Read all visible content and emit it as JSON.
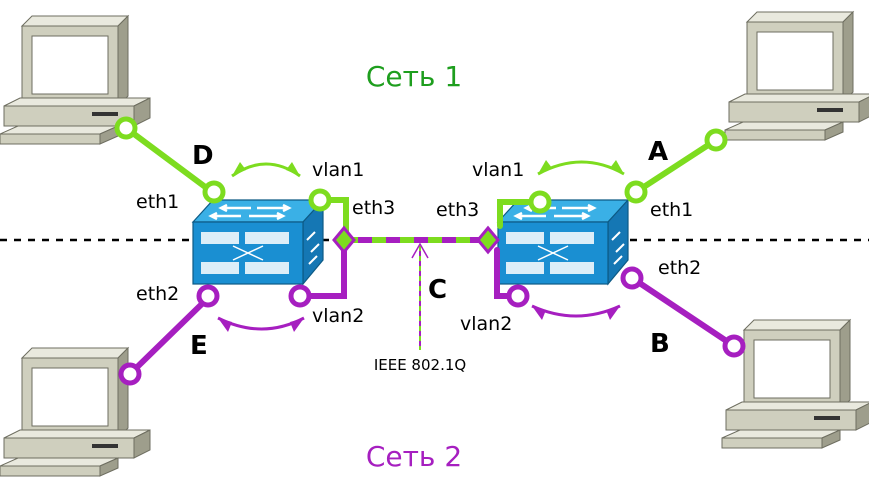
{
  "networks": {
    "net1": {
      "label": "Сеть 1",
      "color": "#7ddc1f",
      "label_color": "#1e9e1e"
    },
    "net2": {
      "label": "Сеть 2",
      "color": "#a61fc0",
      "label_color": "#a61fc0"
    }
  },
  "hosts": [
    {
      "id": "A",
      "label": "A",
      "network": "net1",
      "icon": "computer-icon"
    },
    {
      "id": "B",
      "label": "B",
      "network": "net2",
      "icon": "computer-icon"
    },
    {
      "id": "D",
      "label": "D",
      "network": "net1",
      "icon": "computer-icon"
    },
    {
      "id": "E",
      "label": "E",
      "network": "net2",
      "icon": "computer-icon"
    }
  ],
  "switches": {
    "left": {
      "icon": "switch-icon",
      "ports": {
        "eth1": "eth1",
        "eth2": "eth2",
        "eth3": "eth3",
        "vlan1": "vlan1",
        "vlan2": "vlan2"
      }
    },
    "right": {
      "icon": "switch-icon",
      "ports": {
        "eth1": "eth1",
        "eth2": "eth2",
        "eth3": "eth3",
        "vlan1": "vlan1",
        "vlan2": "vlan2"
      }
    }
  },
  "trunk": {
    "label": "C",
    "protocol": "IEEE 802.1Q"
  }
}
